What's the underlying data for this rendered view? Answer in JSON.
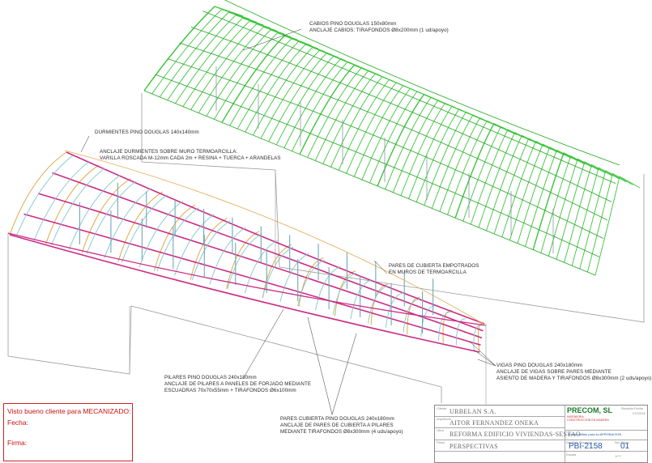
{
  "annotations": {
    "cabios_line1": "CABIOS PINO DOUGLAS 150x80mm",
    "cabios_line2": "ANCLAJE CABIOS: TIRAFONDOS Ø8x200mm (1 ud/apoyo)",
    "durmientes": "DURMIENTES PINO DOUGLAS 140x140mm",
    "anclaje_durm_line1": "ANCLAJE DURMIENTES SOBRE MURO TERMOARCILLA:",
    "anclaje_durm_line2": "VARILLA ROSCADA M-12mm CADA 2m + RESINA + TUERCA + ARANDELAS",
    "pares_emp_line1": "PARES DE CUBIERTA EMPOTRADOS",
    "pares_emp_line2": "EN MUROS DE TERMOARCILLA",
    "vigas_line1": "VIGAS PINO DOUGLAS 240x180mm",
    "vigas_line2": "ANCLAJE DE VIGAS SOBRE PARES MEDIANTE",
    "vigas_line3": "ASIENTO DE MADERA Y TIRAFONDOS Ø8x300mm (2 uds/apoyo)",
    "pilares_line1": "PILARES PINO DOUGLAS 240x180mm",
    "pilares_line2": "ANCLAJE DE PILARES A PANELES DE FORJADO MEDIANTE",
    "pilares_line3": "ESCUADRAS 70x70x55mm + TIRAFONDOS Ø6x100mm",
    "pares_line1": "PARES CUBIERTA PINO DOUGLAS 240x180mm",
    "pares_line2": "ANCLAJE DE PARES DE CUBIERTA A PILARES",
    "pares_line3": "MEDIANTE TIRAFONDOS Ø8x300mm (4 uds/apoyo)"
  },
  "approval": {
    "title": "Visto bueno cliente para MECANIZADO:",
    "fecha": "Fecha:",
    "firma": "Firma:"
  },
  "title_block": {
    "cliente_label": "Cliente",
    "cliente": "URBELAN S.A.",
    "arquitecto_label": "Arquitecto",
    "arquitecto": "AITOR FERNANDEZ ONEKA",
    "obra_label": "Obra",
    "obra": "REFORMA EDIFICIO VIVIENDAS-SESTAO",
    "plano_label": "Plano",
    "plano": "PERSPECTIVAS",
    "escala_label": "Escala",
    "escala": "1/***",
    "company": "PRECOM, SL",
    "company_sub1": "INGENIERIA",
    "company_sub2": "CONSTRUCCION EN MADERA",
    "revision_label": "Revisión",
    "fecha_label": "Fecha",
    "fecha_value": "07/03/16",
    "status": "Plano emitido para su APROBACION",
    "ref_label": "Nro Ref. Proyecto",
    "ref": "PBI-2158",
    "nro_plano_label": "Nro Plano",
    "nro_plano": "01"
  },
  "colors": {
    "rafter_green": "#3cc43c",
    "ridge_green": "#1fa81f",
    "beam_magenta": "#cc2b86",
    "pair_orange": "#e0a84a",
    "post_cyan": "#7fc8c8",
    "wall_grey": "#9a9a9a",
    "approval_red": "#cc1111",
    "company_green": "#1a7a2a",
    "plano_blue": "#2255aa"
  }
}
